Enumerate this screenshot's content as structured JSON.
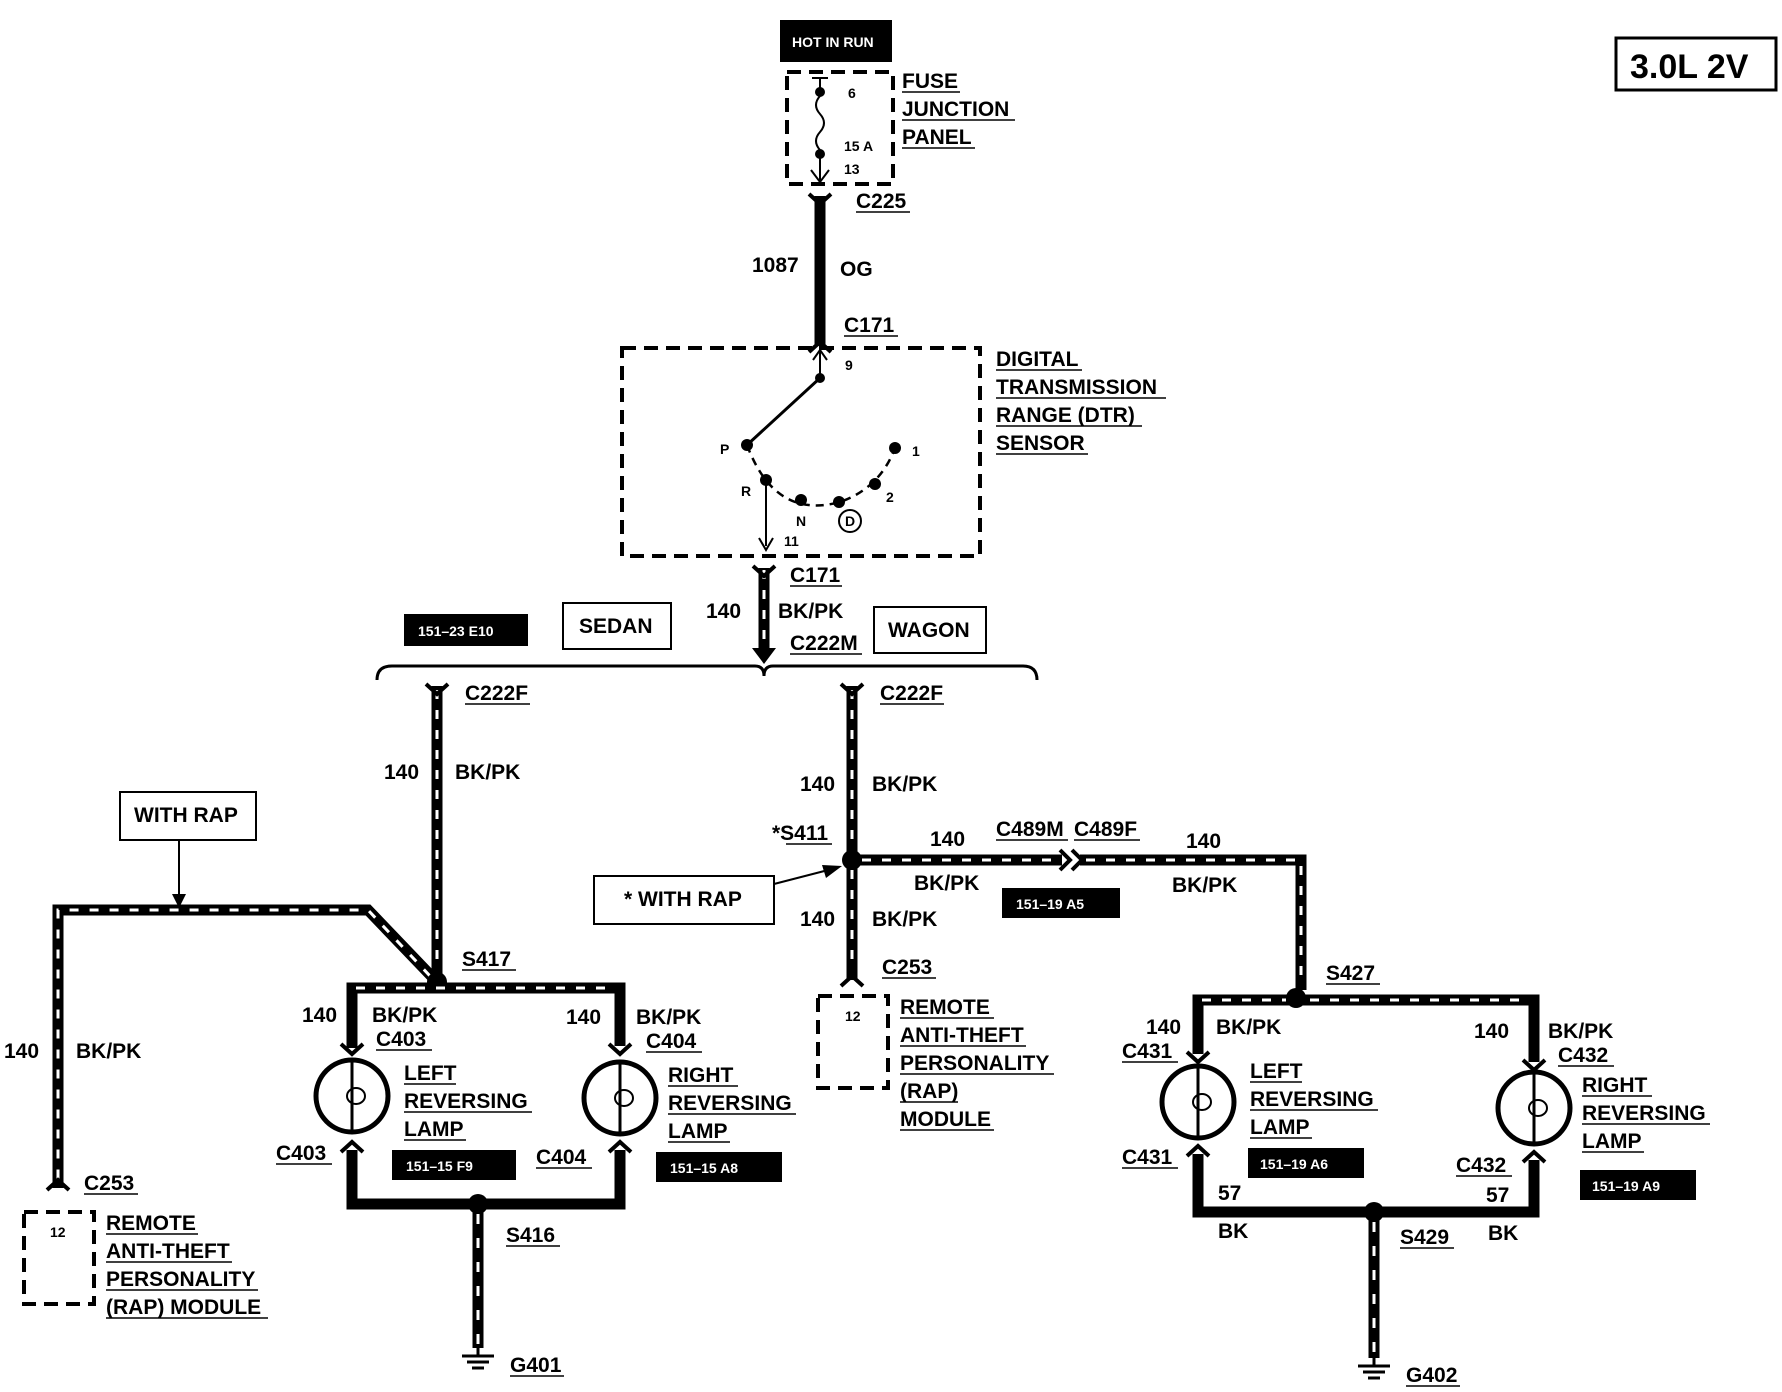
{
  "title_box": "3.0L 2V",
  "power": {
    "label": "HOT IN RUN"
  },
  "fuse_panel": {
    "name": [
      "FUSE",
      "JUNCTION",
      "PANEL"
    ],
    "pin_top": "6",
    "fuse": "15 A",
    "pin_bottom": "13",
    "connector": "C225"
  },
  "wire_top": {
    "circuit": "1087",
    "color": "OG"
  },
  "dtr": {
    "connector_top": "C171",
    "pin_in": "9",
    "name": [
      "DIGITAL",
      "TRANSMISSION",
      "RANGE (DTR)",
      "SENSOR"
    ],
    "positions": {
      "p": "P",
      "r": "R",
      "n": "N",
      "d": "D",
      "two": "2",
      "one": "1"
    },
    "pin_out": "11",
    "connector_bottom": "C171"
  },
  "main_wire": {
    "circuit": "140",
    "color": "BK/PK",
    "connector": "C222M"
  },
  "refs": {
    "sedan": "151–23 E10",
    "wagon_splice": "151–19 A5",
    "sedan_left_lamp": "151–15 F9",
    "sedan_right_lamp": "151–15 A8",
    "wagon_left_lamp": "151–19 A6",
    "wagon_right_lamp": "151–19 A9"
  },
  "variants": {
    "sedan": "SEDAN",
    "wagon": "WAGON"
  },
  "sedan": {
    "connector": "C222F",
    "wire_circuit": "140",
    "wire_color": "BK/PK",
    "with_rap": "WITH RAP",
    "rap_wire_circuit": "140",
    "rap_wire_color": "BK/PK",
    "rap_connector": "C253",
    "rap_pin": "12",
    "rap_name": [
      "REMOTE",
      "ANTI-THEFT",
      "PERSONALITY",
      "(RAP) MODULE"
    ],
    "splice_top": "S417",
    "left": {
      "circuit": "140",
      "color": "BK/PK",
      "conn_top": "C403",
      "name": [
        "LEFT",
        "REVERSING",
        "LAMP"
      ],
      "conn_bottom": "C403"
    },
    "right": {
      "circuit": "140",
      "color": "BK/PK",
      "conn_top": "C404",
      "name": [
        "RIGHT",
        "REVERSING",
        "LAMP"
      ],
      "conn_bottom": "C404"
    },
    "splice_ground": "S416",
    "ground": "G401"
  },
  "wagon": {
    "connector": "C222F",
    "wire_circuit": "140",
    "wire_color": "BK/PK",
    "splice": "*S411",
    "with_rap": "*  WITH RAP",
    "out_circuit": "140",
    "out_color": "BK/PK",
    "conn_m": "C489M",
    "conn_f": "C489F",
    "out2_circuit": "140",
    "out2_color": "BK/PK",
    "rap_circuit": "140",
    "rap_color": "BK/PK",
    "rap_connector": "C253",
    "rap_pin": "12",
    "rap_name": [
      "REMOTE",
      "ANTI-THEFT",
      "PERSONALITY",
      "(RAP)",
      "MODULE"
    ],
    "splice_top": "S427",
    "left": {
      "circuit": "140",
      "color": "BK/PK",
      "conn_top": "C431",
      "name": [
        "LEFT",
        "REVERSING",
        "LAMP"
      ],
      "conn_bottom": "C431",
      "gnd_circuit": "57",
      "gnd_color": "BK"
    },
    "right": {
      "circuit": "140",
      "color": "BK/PK",
      "conn_top": "C432",
      "name": [
        "RIGHT",
        "REVERSING",
        "LAMP"
      ],
      "conn_bottom": "C432",
      "gnd_circuit": "57",
      "gnd_color": "BK"
    },
    "splice_ground": "S429",
    "ground": "G402"
  }
}
